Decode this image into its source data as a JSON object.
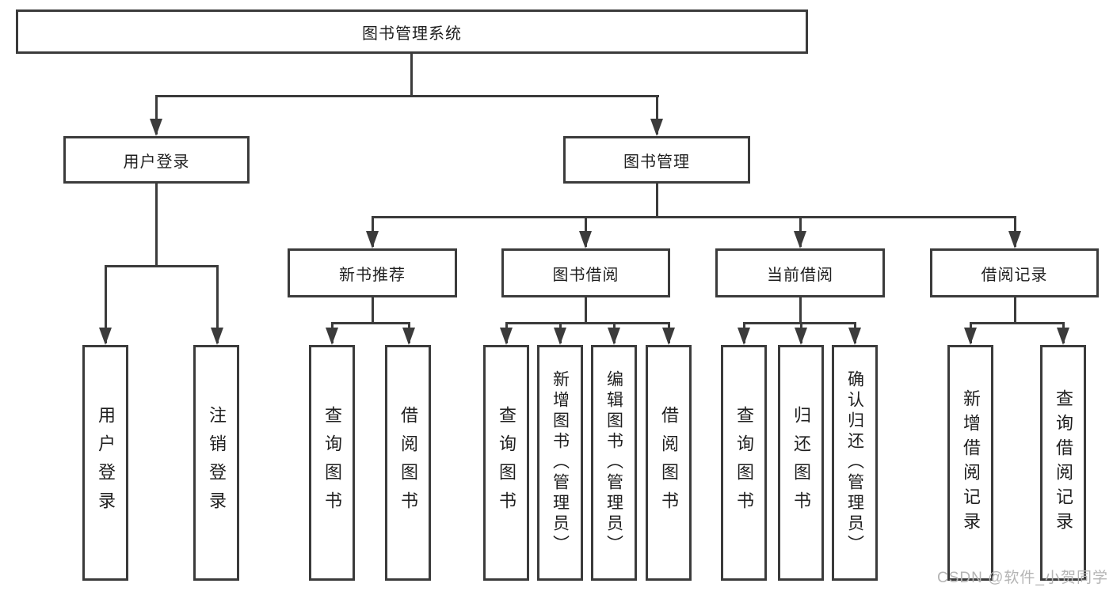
{
  "tree": {
    "root": "图书管理系统",
    "level2": [
      "用户登录",
      "图书管理"
    ],
    "level3": [
      "新书推荐",
      "图书借阅",
      "当前借阅",
      "借阅记录"
    ],
    "leaves": [
      [
        "用户登录",
        "注销登录"
      ],
      [
        "查询图书",
        "借阅图书"
      ],
      [
        "查询图书",
        "新增图书（管理员）",
        "编辑图书（管理员）",
        "借阅图书"
      ],
      [
        "查询图书",
        "归还图书",
        "确认归还（管理员）"
      ],
      [
        "新增借阅记录",
        "查询借阅记录"
      ]
    ]
  },
  "watermark": "CSDN @软件_小贺同学",
  "colors": {
    "line": "#3b3b3b",
    "text": "#1f1f1f",
    "watermark": "#b4b4b4"
  }
}
